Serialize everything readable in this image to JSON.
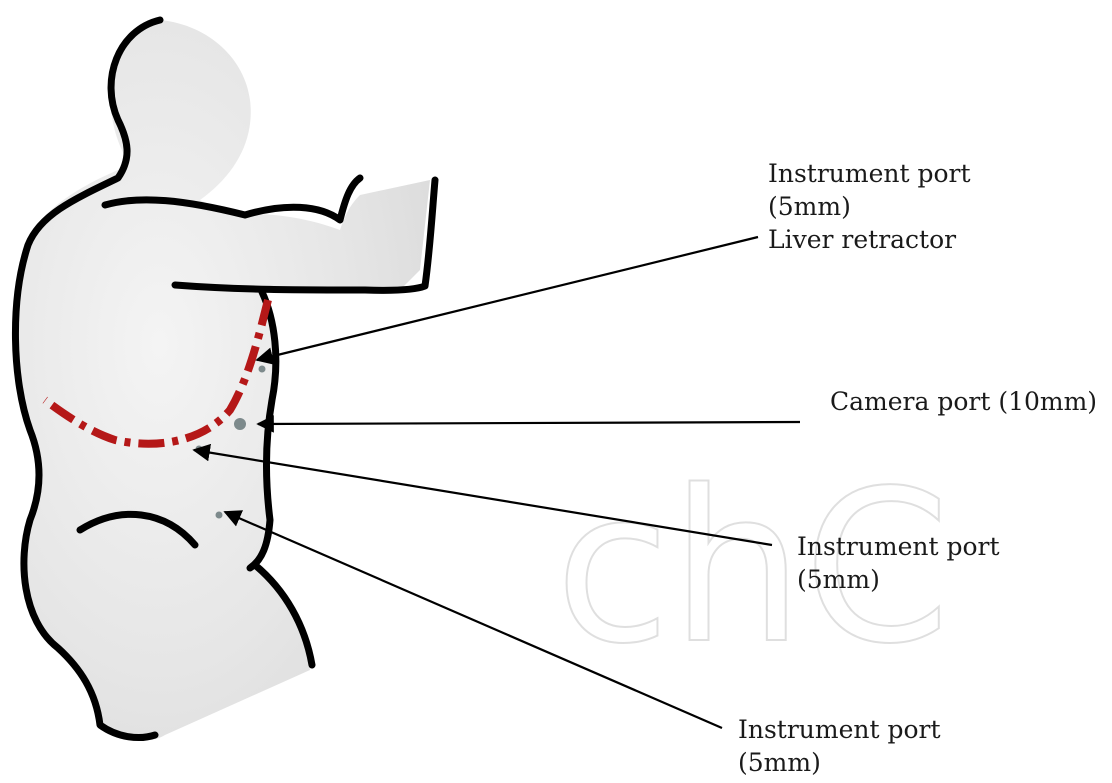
{
  "figure": {
    "colors": {
      "outline": "#000000",
      "body_fill": "#e7e7e7",
      "costal_margin": "#b51818",
      "port_dot": "#7d8a8c",
      "watermark": "#dcdcdc"
    },
    "watermark_text": "chC",
    "labels": {
      "liver_port": {
        "lines": [
          "Instrument port",
          "(5mm)",
          "Liver retractor"
        ]
      },
      "camera_port": {
        "lines": [
          "Camera port (10mm)"
        ]
      },
      "mid_port": {
        "lines": [
          "Instrument port",
          "(5mm)"
        ]
      },
      "lower_port": {
        "lines": [
          "Instrument port",
          "(5mm)"
        ]
      }
    }
  }
}
